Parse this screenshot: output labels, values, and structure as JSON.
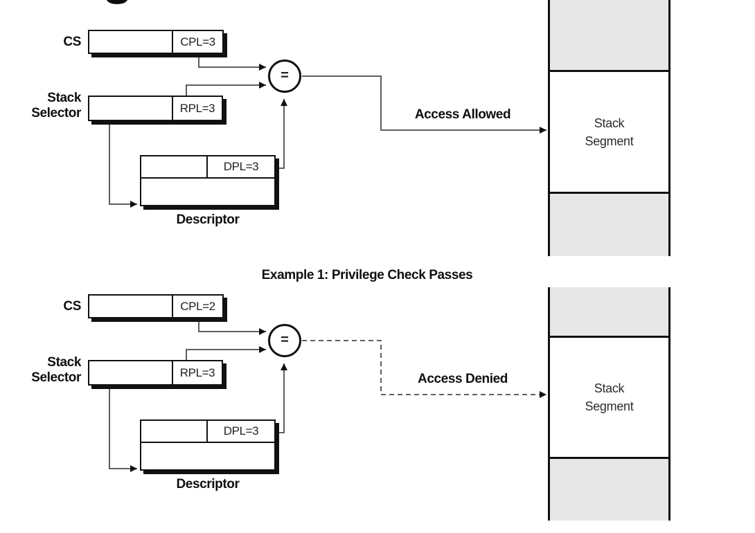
{
  "figure": {
    "caption": "Example 1: Privilege Check Passes"
  },
  "colors": {
    "box_border": "#111111",
    "connector_line": "#4a4a4a",
    "memory_fill": "#e7e7e7",
    "background": "#ffffff"
  },
  "diagram1": {
    "cs_label": "CS",
    "cs_field": "CPL=3",
    "selector_label_line1": "Stack",
    "selector_label_line2": "Selector",
    "selector_field": "RPL=3",
    "descriptor_field": "DPL=3",
    "descriptor_label": "Descriptor",
    "comparator_symbol": "=",
    "result_label": "Access Allowed",
    "segment_line1": "Stack",
    "segment_line2": "Segment"
  },
  "diagram2": {
    "cs_label": "CS",
    "cs_field": "CPL=2",
    "selector_label_line1": "Stack",
    "selector_label_line2": "Selector",
    "selector_field": "RPL=3",
    "descriptor_field": "DPL=3",
    "descriptor_label": "Descriptor",
    "comparator_symbol": "=",
    "result_label": "Access Denied",
    "segment_line1": "Stack",
    "segment_line2": "Segment"
  }
}
